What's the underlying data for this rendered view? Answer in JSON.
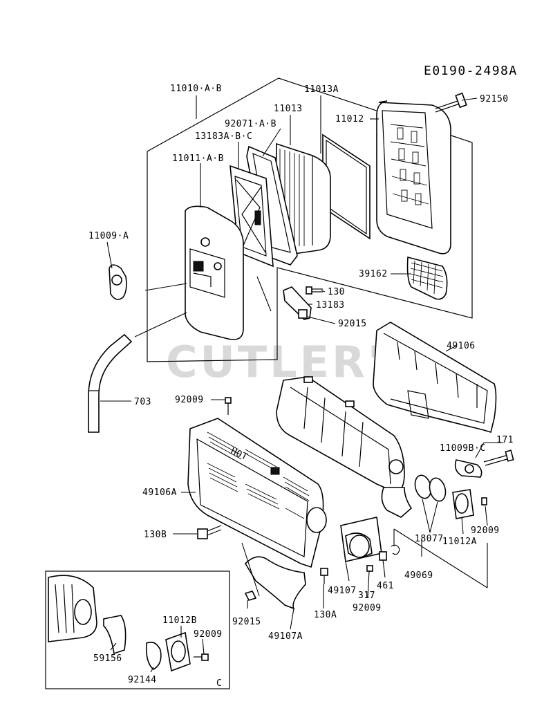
{
  "diagram": {
    "reference_code": "E0190-2498A",
    "watermark": "CUTLER'S",
    "inset_marker": "C",
    "part_labels": {
      "p92150": "92150",
      "p11010": "11010·A·B",
      "p11013A": "11013A",
      "p11013": "11013",
      "p11012": "11012",
      "p92071": "92071·A·B",
      "p13183ABC": "13183A·B·C",
      "p11011": "11011·A·B",
      "p11009A": "11009·A",
      "p39162": "39162",
      "p130": "130",
      "p13183": "13183",
      "p92015a": "92015",
      "p49106": "49106",
      "p703": "703",
      "p92009a": "92009",
      "p11009BC": "11009B·C",
      "p171": "171",
      "p49106A": "49106A",
      "p130B": "130B",
      "p18077": "18077",
      "p11012A": "11012A",
      "p92009b": "92009",
      "p461": "461",
      "p49069": "49069",
      "p49107": "49107",
      "p317": "317",
      "p92009c": "92009",
      "p130A": "130A",
      "p92015b": "92015",
      "p49107A": "49107A",
      "p11012B": "11012B",
      "p92009d": "92009",
      "p59156": "59156",
      "p92144": "92144"
    },
    "embossed_text": "HOT"
  }
}
